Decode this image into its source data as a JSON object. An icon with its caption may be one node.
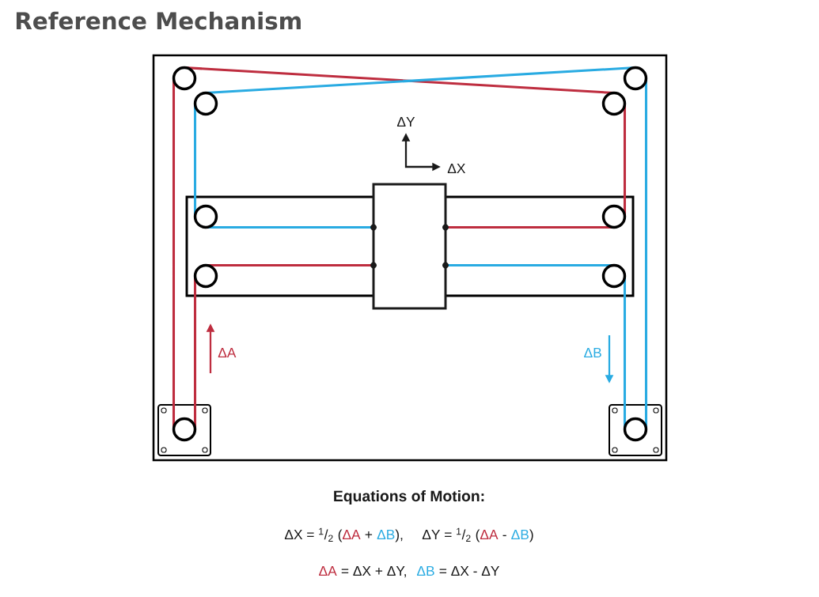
{
  "diagram": {
    "title": "Reference Mechanism",
    "nodes": [
      {
        "text": [],
        "shape": "box"
      }
    ],
    "labels": [
      "ΔY",
      "ΔX",
      "ΔA",
      "ΔB",
      "Equations of Motion:",
      "ΔX = $^{1}$/$_{2}$ (",
      "ΔA",
      "+",
      "ΔB",
      "),",
      "ΔY = $^{1}$/$_{2}$ (",
      "ΔA",
      "-",
      "ΔB",
      ")",
      "ΔA",
      "= ΔX + ΔY,",
      "ΔB",
      "= ΔX - ΔY"
    ]
  }
}
